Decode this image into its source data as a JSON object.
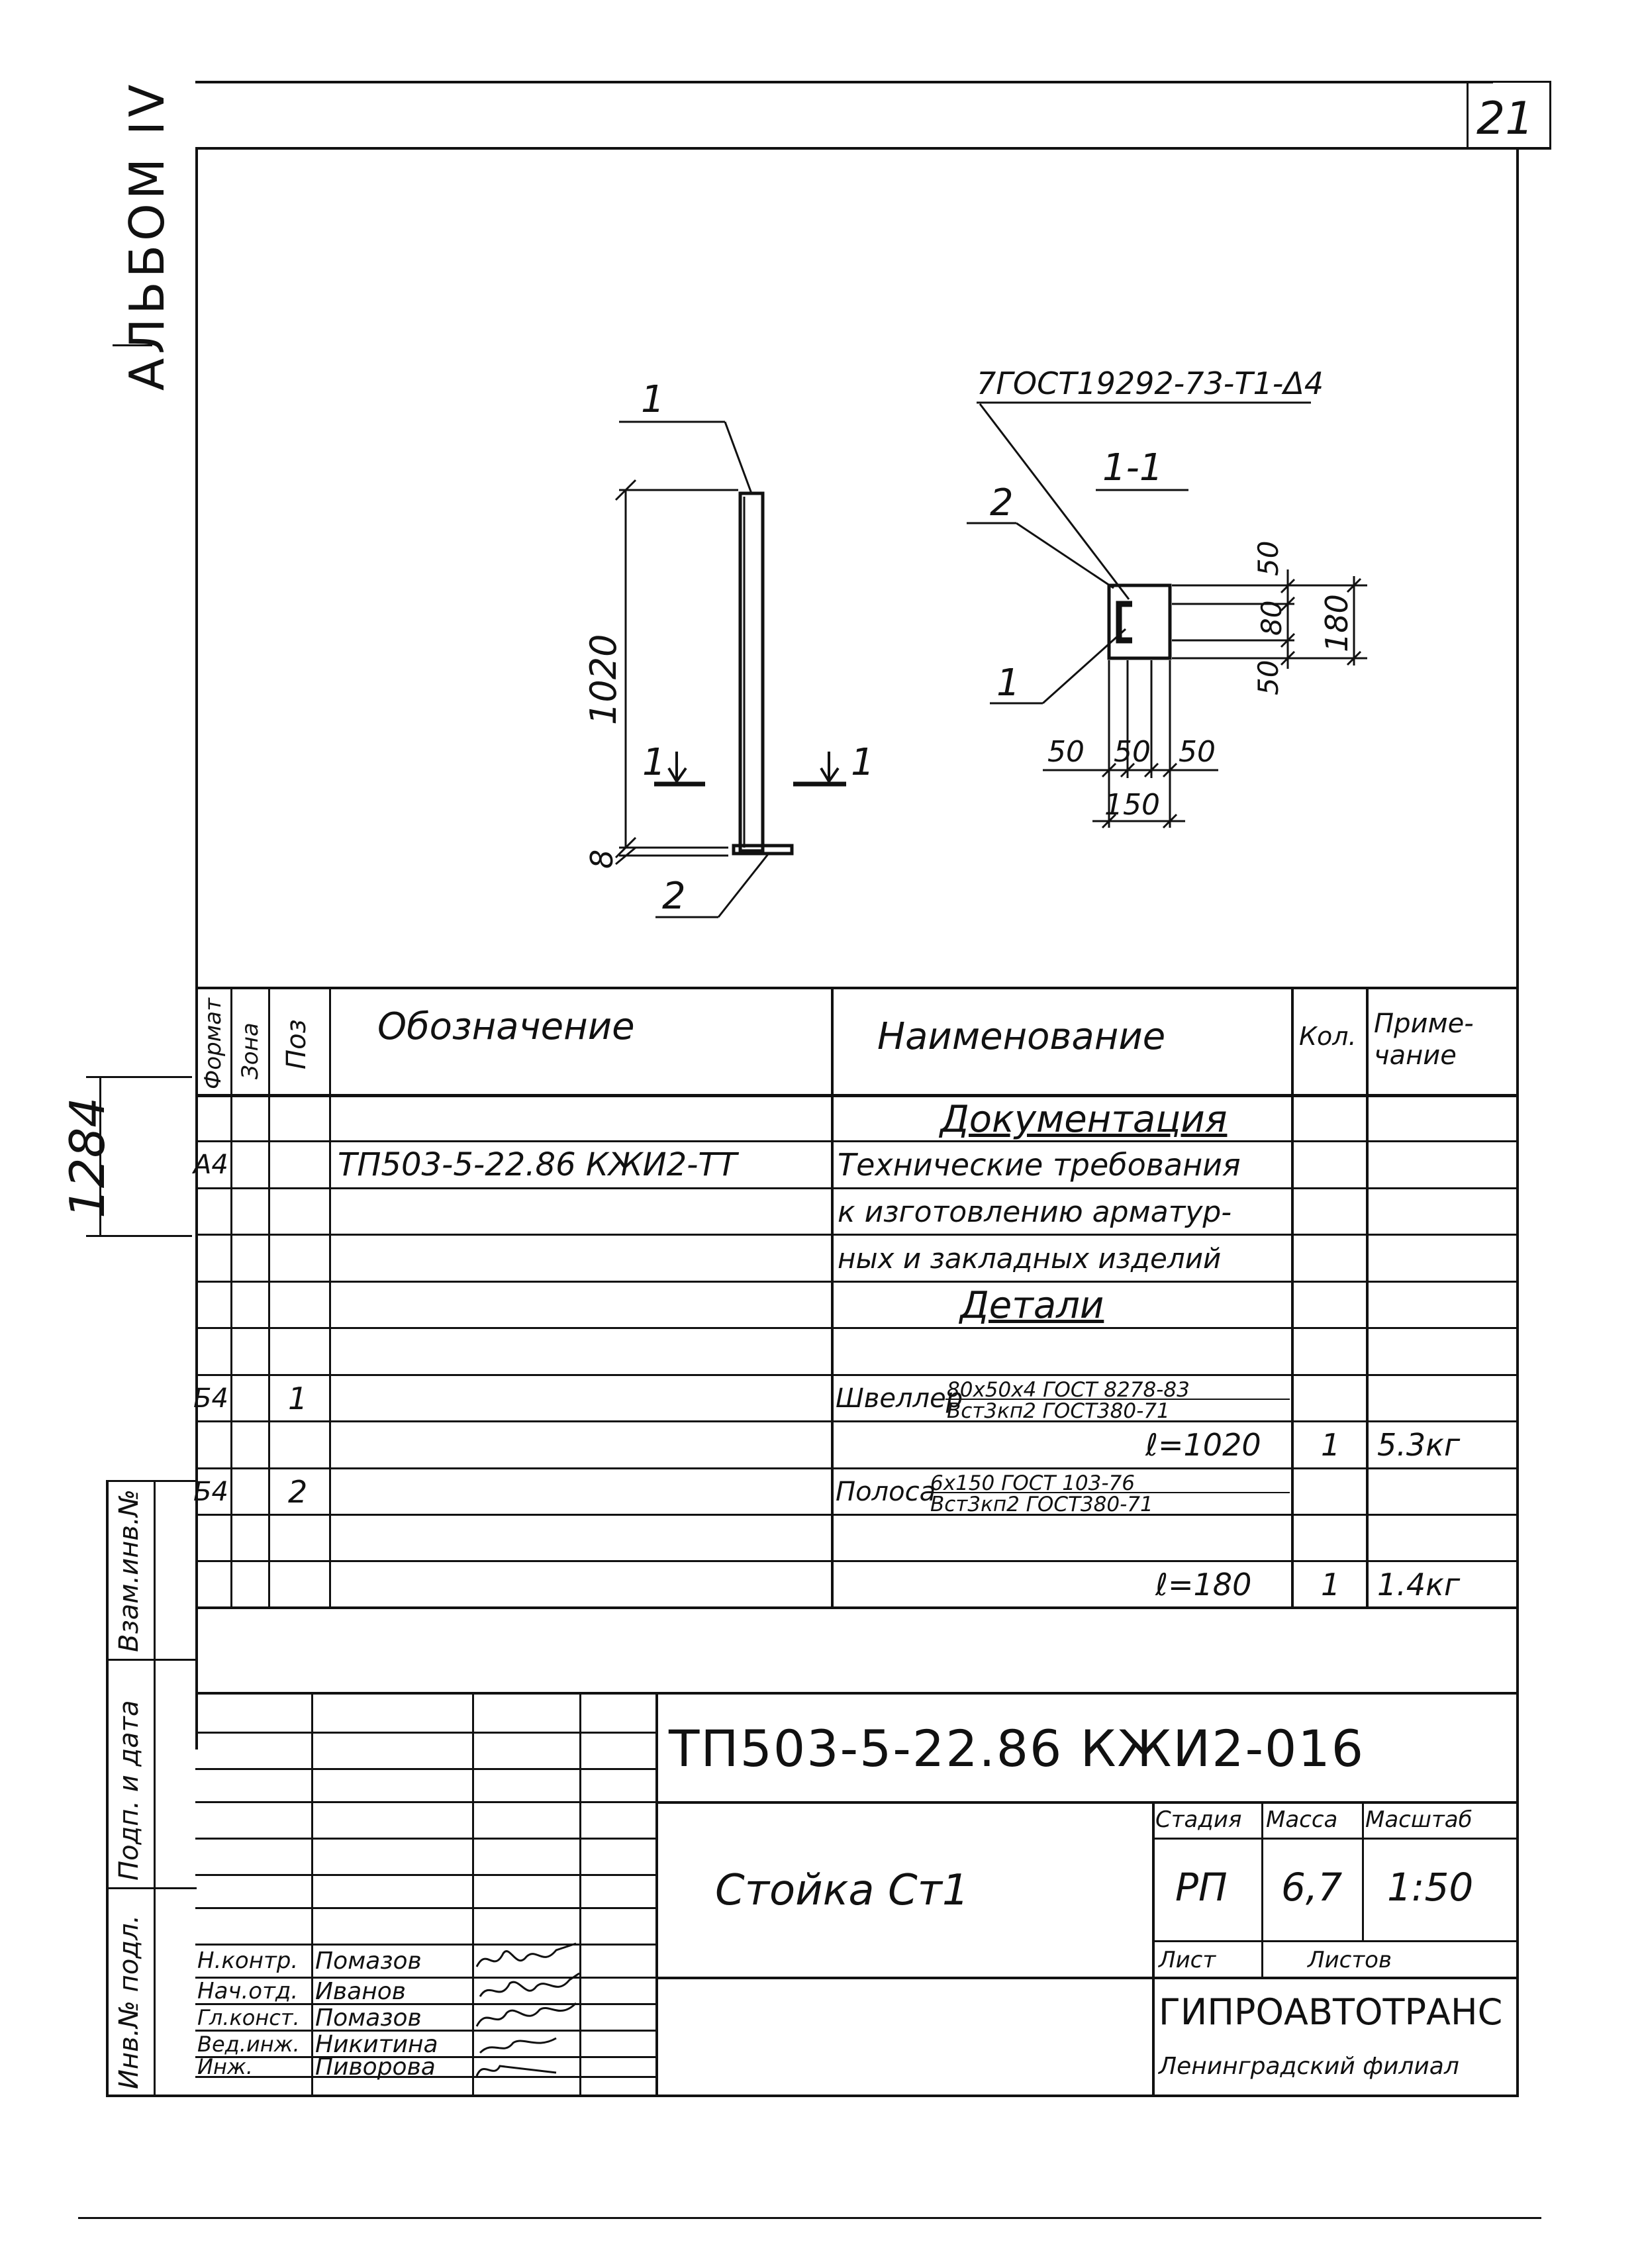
{
  "sheet": {
    "page_number": "21",
    "album_label": "АЛЬБОМ IV",
    "archive_number": "1284"
  },
  "drawing": {
    "gost_note": "7ГОСТ19292-73-Т1-Δ4",
    "section_label": "1-1",
    "elevation": {
      "height_dim": "1020",
      "base_dim": "8",
      "pos_top": "1",
      "pos_bottom": "2",
      "cut_left": "1",
      "cut_right": "1"
    },
    "section": {
      "pos_top": "2",
      "pos_bottom": "1",
      "dim_v_top": "50",
      "dim_v_mid": "80",
      "dim_v_bottom": "50",
      "dim_v_total": "180",
      "dim_h_left": "50",
      "dim_h_mid": "50",
      "dim_h_right": "50",
      "dim_h_total": "150"
    }
  },
  "spec": {
    "headers": {
      "format": "Формат",
      "zone": "Зона",
      "pos": "Поз",
      "designation": "Обозначение",
      "name": "Наименование",
      "qty": "Кол.",
      "note": "Приме-чание"
    },
    "section_docs": "Документация",
    "section_parts": "Детали",
    "doc_row": {
      "format": "А4",
      "designation": "ТП503-5-22.86 КЖИ2-ТТ",
      "name_lines": [
        "Технические требования",
        "к изготовлению арматур-",
        "ных и закладных изделий"
      ]
    },
    "part1": {
      "format": "Б4",
      "pos": "1",
      "name": "Швеллер",
      "spec_top": "80х50х4 ГОСТ 8278-83",
      "spec_bottom": "Вст3кп2 ГОСТ380-71",
      "length": "ℓ=1020",
      "qty": "1",
      "note": "5.3кг"
    },
    "part2": {
      "format": "Б4",
      "pos": "2",
      "name": "Полоса",
      "spec_top": "6х150 ГОСТ 103-76",
      "spec_bottom": "Вст3кп2 ГОСТ380-71",
      "length": "ℓ=180",
      "qty": "1",
      "note": "1.4кг"
    }
  },
  "stamp": {
    "code": "ТП503-5-22.86 КЖИ2-016",
    "title": "Стойка Ст1",
    "stage_label": "Стадия",
    "mass_label": "Масса",
    "scale_label": "Масштаб",
    "stage": "РП",
    "mass": "6,7",
    "scale": "1:50",
    "sheet_label": "Лист",
    "sheets_label": "Листов",
    "org": "ГИПРОАВТОТРАНС",
    "branch": "Ленинградский филиал",
    "roles": [
      "Н.контр.",
      "Нач.отд.",
      "Гл.конст.",
      "Вед.инж.",
      "Инж."
    ],
    "names": [
      "Помазов",
      "Иванов",
      "Помазов",
      "Никитина",
      "Пиворова"
    ]
  },
  "side_labels": {
    "vzam": "Взам.инв.№",
    "podp": "Подп. и дата",
    "inv": "Инв.№ подл."
  }
}
